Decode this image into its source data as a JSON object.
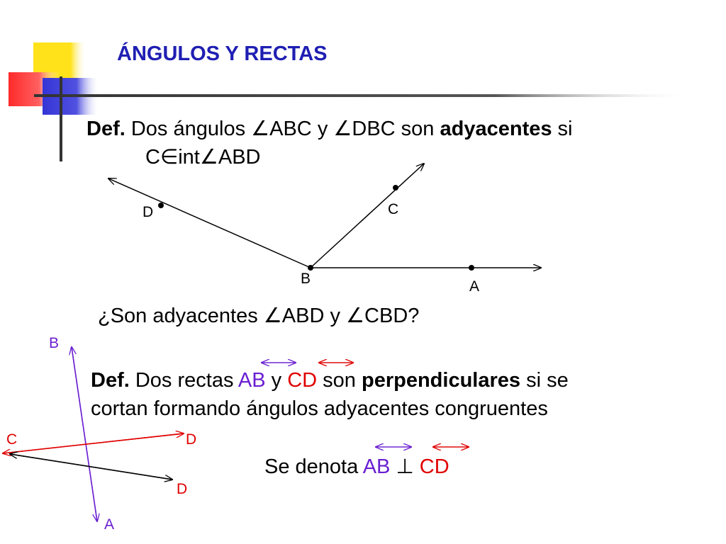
{
  "title": "ÁNGULOS Y RECTAS",
  "def1": {
    "bold": "Def.",
    "part1": " Dos ángulos ",
    "angle_sym": "∠",
    "abc": "ABC",
    "y": " y ",
    "dbc": "DBC",
    "son": " son ",
    "term": "adyacentes",
    "si": " si",
    "line2_c": "C",
    "elem": "∈",
    "int": "int",
    "abd": "ABD"
  },
  "figure1": {
    "label_d": "D",
    "label_c": "C",
    "label_b": "B",
    "label_a": "A"
  },
  "question": {
    "text1": "¿Son adyacentes ",
    "abd": "ABD",
    "y": " y ",
    "cbd": "CBD",
    "q": "?"
  },
  "def2": {
    "bold": "Def.",
    "part1": " Dos rectas ",
    "ab": "AB",
    "y": " y ",
    "cd": "CD",
    "son": " son ",
    "term": "perpendiculares",
    "si_se": " si se",
    "line2": "cortan formando ángulos adyacentes congruentes"
  },
  "denota": {
    "text": "Se denota ",
    "ab": "AB",
    "perp": "⊥",
    "cd": "CD"
  },
  "figure2": {
    "label_b": "B",
    "label_c": "C",
    "label_d_top": "D",
    "label_d_bottom": "D",
    "label_a": "A"
  },
  "colors": {
    "title": "#1f1fb3",
    "purple": "#6a1fd1",
    "red": "#e00000",
    "deco_yellow": "#ffe21a",
    "deco_red": "#ff2a2a",
    "deco_blue": "#3535d6"
  }
}
